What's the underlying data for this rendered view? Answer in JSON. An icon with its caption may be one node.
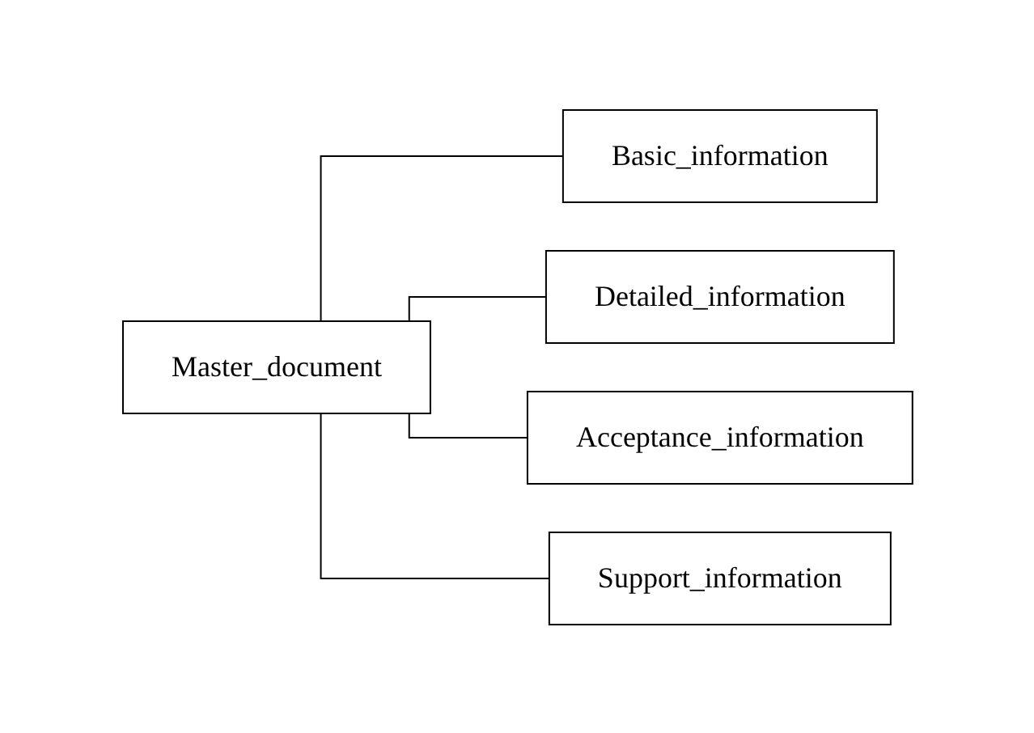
{
  "diagram": {
    "nodes": [
      {
        "text": [
          "Master_document"
        ]
      },
      {
        "text": [
          "Basic_information"
        ]
      },
      {
        "text": [
          "Detailed_information"
        ]
      },
      {
        "text": [
          "Acceptance_information"
        ]
      },
      {
        "text": [
          "Support_information"
        ]
      }
    ],
    "edges": [
      {
        "from": 0,
        "to": 1,
        "arrow": "none"
      },
      {
        "from": 0,
        "to": 2,
        "arrow": "none"
      },
      {
        "from": 0,
        "to": 3,
        "arrow": "none"
      },
      {
        "from": 0,
        "to": 4,
        "arrow": "none"
      }
    ]
  }
}
